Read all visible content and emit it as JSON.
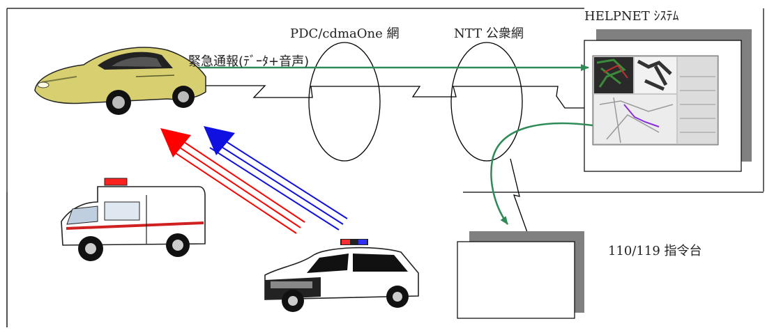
{
  "labels": {
    "network_pdc": "PDC/cdmaOne 網",
    "network_ntt": "NTT 公衆網",
    "helpnet_system": "HELPNET ｼｽﾃﾑ",
    "emergency_call": "緊急通報(ﾃﾞｰﾀ+音声)",
    "dispatch_center": "110/119 指令台"
  },
  "icons": {
    "vehicle": "sports-car-icon",
    "ambulance": "ambulance-icon",
    "police": "police-car-icon",
    "monitor": "map-screen-icon"
  },
  "colors": {
    "arrow_green": "#2e8b57",
    "arrow_red": "#ff0000",
    "arrow_blue": "#1010e0",
    "line": "#000000",
    "shadow": "#808080",
    "car_body": "#d8d070"
  }
}
